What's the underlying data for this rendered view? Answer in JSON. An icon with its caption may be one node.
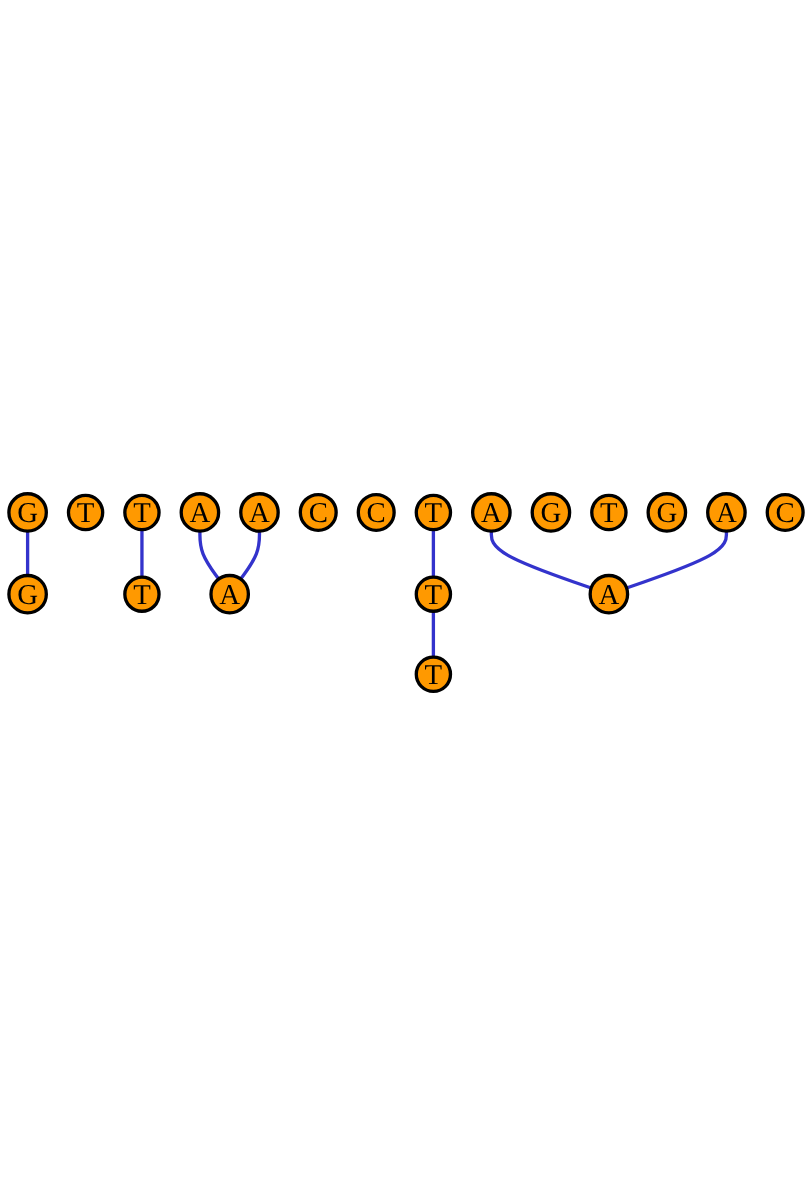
{
  "diagram": {
    "nodes": [
      {
        "text": [
          "A"
        ]
      },
      {
        "text": [
          "T"
        ]
      },
      {
        "text": [
          "G"
        ]
      },
      {
        "text": [
          "T"
        ]
      },
      {
        "text": [
          "G"
        ]
      },
      {
        "text": [
          "A"
        ]
      },
      {
        "text": [
          "T"
        ]
      },
      {
        "text": [
          "A"
        ]
      },
      {
        "text": [
          "C"
        ]
      },
      {
        "text": [
          "C"
        ]
      },
      {
        "text": [
          "A"
        ]
      },
      {
        "text": [
          "T"
        ]
      },
      {
        "text": [
          "G"
        ]
      },
      {
        "text": [
          "T"
        ]
      },
      {
        "text": [
          "G"
        ]
      },
      {
        "text": [
          "A"
        ]
      },
      {
        "text": [
          "T"
        ]
      },
      {
        "text": [
          "A"
        ]
      },
      {
        "text": [
          "T"
        ]
      },
      {
        "text": [
          "C"
        ]
      }
    ],
    "edges": [
      {
        "from": 0,
        "to": 7,
        "arrow": "none"
      },
      {
        "from": 2,
        "to": 4,
        "arrow": "none"
      },
      {
        "from": 3,
        "to": 6,
        "arrow": "none"
      },
      {
        "from": 5,
        "to": 7,
        "arrow": "none"
      },
      {
        "from": 10,
        "to": 17,
        "arrow": "none"
      },
      {
        "from": 11,
        "to": 16,
        "arrow": "none"
      },
      {
        "from": 15,
        "to": 17,
        "arrow": "none"
      },
      {
        "from": 16,
        "to": 18,
        "arrow": "none"
      }
    ]
  }
}
